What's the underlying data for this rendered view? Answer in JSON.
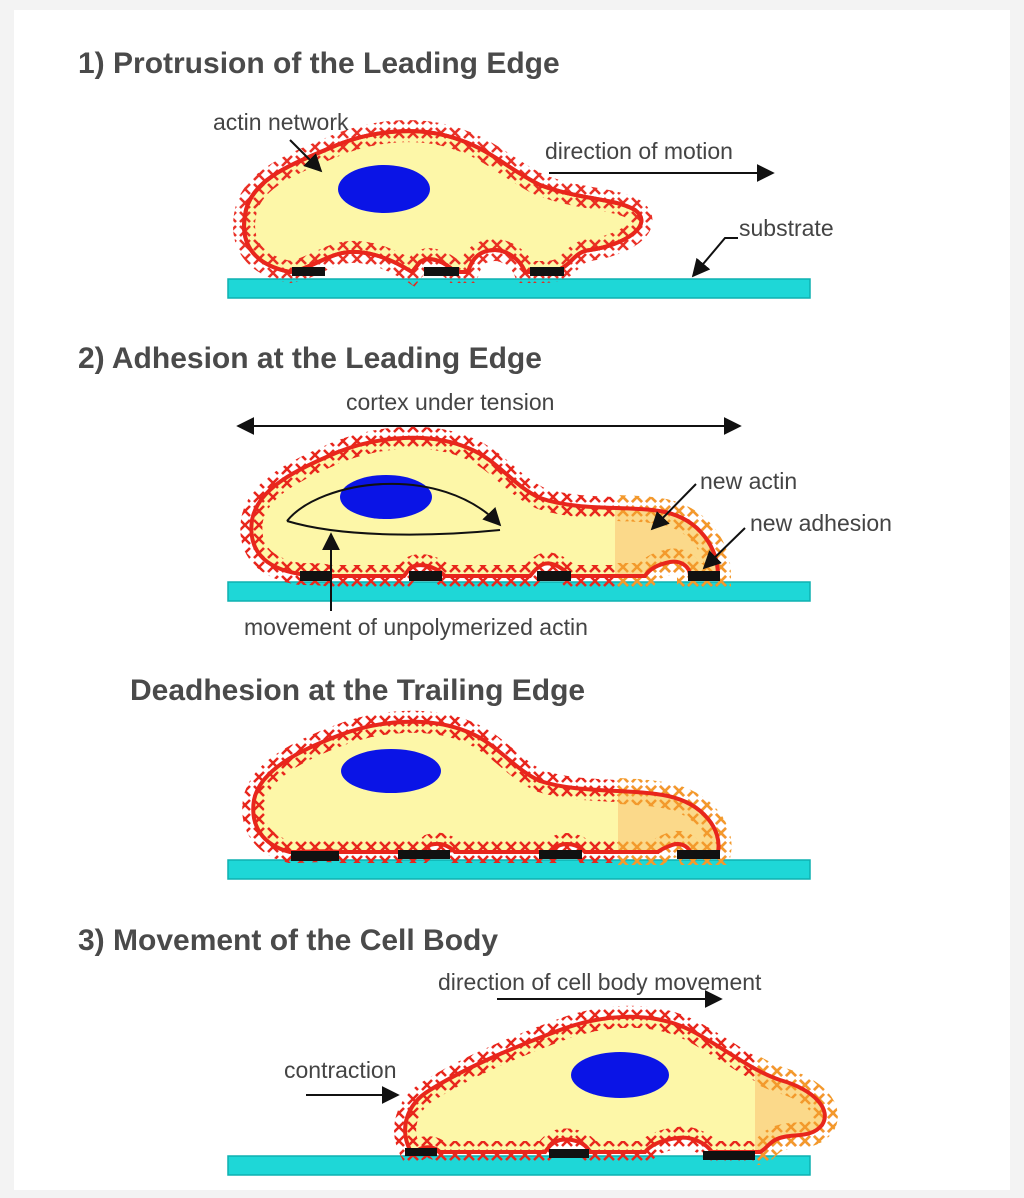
{
  "panels": {
    "protrusion": {
      "title": "1) Protrusion of the Leading Edge",
      "labels": {
        "actin": "actin network",
        "direction": "direction of motion",
        "substrate": "substrate"
      }
    },
    "adhesion": {
      "title": "2) Adhesion at the Leading Edge",
      "labels": {
        "cortex": "cortex under tension",
        "new_actin": "new actin",
        "new_adhesion": "new adhesion",
        "movement": "movement of unpolymerized actin"
      }
    },
    "deadhesion": {
      "title": "Deadhesion at the Trailing Edge"
    },
    "cell_body": {
      "title": "3) Movement of the Cell Body",
      "labels": {
        "direction": "direction of cell body movement",
        "contraction": "contraction"
      }
    }
  },
  "colors": {
    "cytoplasm": "#fdf7a8",
    "cortex": "#e8261c",
    "new_actin": "#f39a2c",
    "nucleus": "#0a14e6",
    "substrate": "#1ed7d7",
    "adhesion": "#111111",
    "text": "#444444"
  }
}
